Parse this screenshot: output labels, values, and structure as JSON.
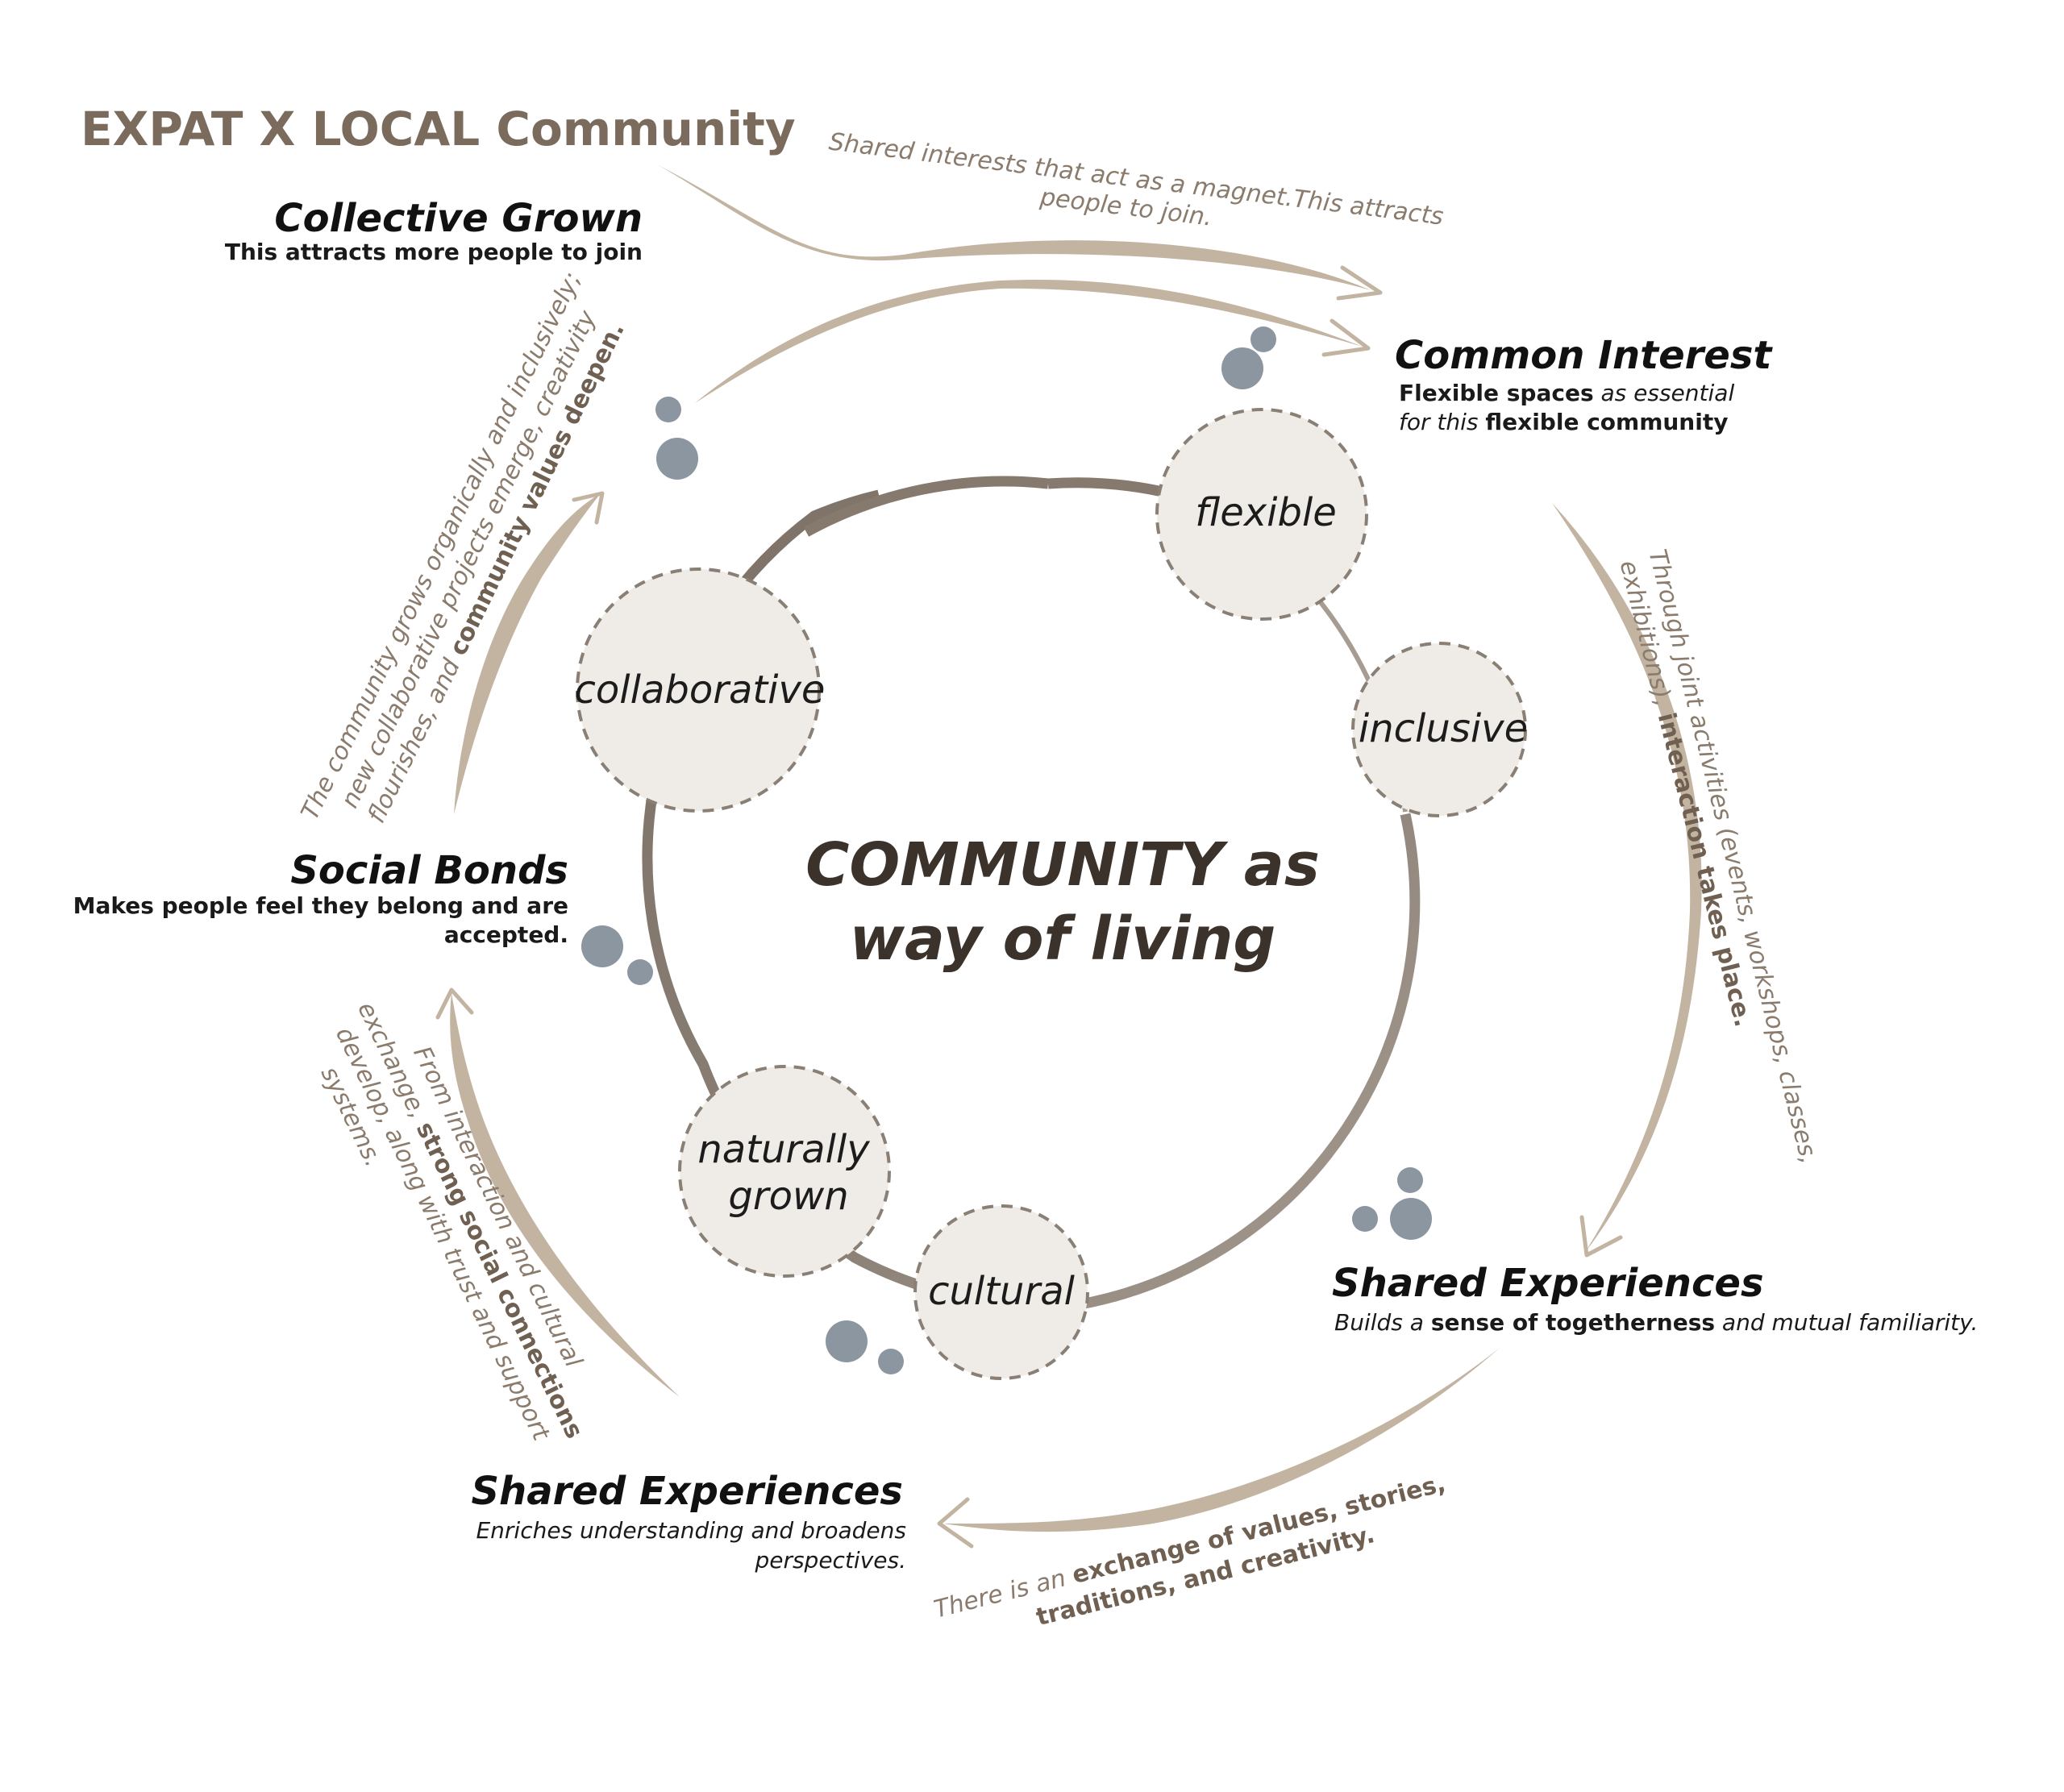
{
  "title": "EXPAT X LOCAL Community",
  "center": {
    "line1": "COMMUNITY as",
    "line2": "way of living"
  },
  "nodes": {
    "flexible": "flexible",
    "inclusive": "inclusive",
    "collaborative": "collaborative",
    "naturally_line1": "naturally",
    "naturally_line2": "grown",
    "cultural": "cultural"
  },
  "stages": {
    "collective_grown": {
      "title": "Collective Grown",
      "subtitle": "This attracts more people to join"
    },
    "common_interest": {
      "title": "Common Interest",
      "sub_l1_bold": "Flexible spaces",
      "sub_l1_rest": " as essential",
      "sub_l2_pre": "for this ",
      "sub_l2_bold": "flexible community"
    },
    "social_bonds": {
      "title": "Social Bonds",
      "sub_line1": "Makes people feel they belong and are",
      "sub_line2": "accepted."
    },
    "shared_right": {
      "title": "Shared Experiences",
      "sub_pre": "Builds a ",
      "sub_bold": "sense of togetherness",
      "sub_post": " and mutual familiarity."
    },
    "shared_bottom": {
      "title": "Shared Experiences",
      "sub_line1": "Enriches understanding and broadens",
      "sub_line2": "perspectives."
    }
  },
  "flows": {
    "top": {
      "line1": "Shared interests that act as a magnet.This attracts",
      "line2": "people to join."
    },
    "right": {
      "line1": "Through joint activities (events, workshops, classes,",
      "line2_pre": "exhibitions), ",
      "line2_bold": "interaction takes place."
    },
    "bottom": {
      "line1_pre": "There is an ",
      "line1_bold": "exchange of values, stories,",
      "line2_bold": "traditions, and creativity."
    },
    "left_lower": {
      "line1": "From interaction and cultural",
      "line2_pre": "exchange, ",
      "line2_bold": "strong social connections",
      "line3": "develop, along with trust and support",
      "line4": "systems."
    },
    "left_upper": {
      "line1": "The community grows organically and inclusively;",
      "line2": "new collaborative projects emerge, creativity",
      "line3_pre": "flourishes, and ",
      "line3_bold": "community values deepen."
    }
  },
  "colors": {
    "title": "#7a6b5d",
    "ring_dark": "#7d7166",
    "ring_light": "#a79c92",
    "node_fill": "#efece7",
    "swoosh": "#c3b4a2",
    "bubble": "#8c96a0"
  }
}
